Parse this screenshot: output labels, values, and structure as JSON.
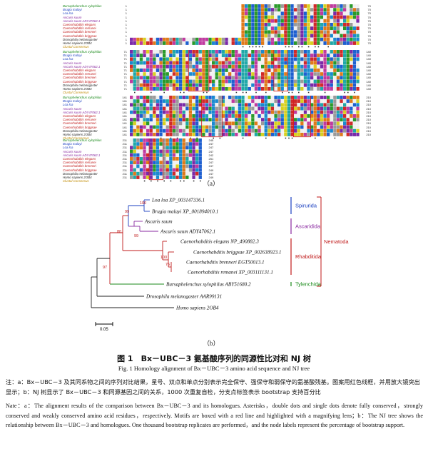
{
  "alignment": {
    "species": [
      {
        "name": "Bursaphelenchus xylophilus",
        "color": "#1a8a1a"
      },
      {
        "name": "Brugia malayi",
        "color": "#1a3fc0"
      },
      {
        "name": "Loa loa",
        "color": "#1a3fc0"
      },
      {
        "name": "Ascaris suum",
        "color": "#8a2aa0"
      },
      {
        "name": "Ascaris suum ADY47062.1",
        "color": "#8a2aa0"
      },
      {
        "name": "Caenorhabditis elegans",
        "color": "#c01a1a"
      },
      {
        "name": "Caenorhabditis remanei",
        "color": "#c01a1a"
      },
      {
        "name": "Caenorhabditis brenneri",
        "color": "#c01a1a"
      },
      {
        "name": "Caenorhabditis briggsae",
        "color": "#c01a1a"
      },
      {
        "name": "Drosophila melanogaster",
        "color": "#222222"
      },
      {
        "name": "Homo sapiens 2OB4",
        "color": "#222222"
      },
      {
        "name": "Clustal Consensus",
        "color": "#c08a00"
      }
    ],
    "blocks": [
      {
        "start": [
          "1",
          "1",
          "1",
          "1",
          "1",
          "1",
          "1",
          "1",
          "1",
          "1",
          "1"
        ],
        "end": [
          "70",
          "70",
          "70",
          "70",
          "70",
          "70",
          "70",
          "70",
          "70",
          "70",
          "70"
        ],
        "cols": 70,
        "seed": 3,
        "startCol": 34
      },
      {
        "start": [
          "71",
          "71",
          "71",
          "71",
          "71",
          "71",
          "71",
          "71",
          "71",
          "71",
          "71"
        ],
        "end": [
          "140",
          "140",
          "140",
          "140",
          "140",
          "140",
          "140",
          "140",
          "140",
          "140",
          "140"
        ],
        "cols": 70,
        "seed": 11,
        "startCol": 0
      },
      {
        "start": [
          "141",
          "141",
          "141",
          "141",
          "141",
          "141",
          "141",
          "141",
          "141",
          "141",
          "141"
        ],
        "end": [
          "210",
          "210",
          "210",
          "210",
          "210",
          "210",
          "210",
          "210",
          "210",
          "210",
          "210"
        ],
        "cols": 70,
        "seed": 29,
        "startCol": 0
      },
      {
        "start": [
          "211",
          "211",
          "211",
          "211",
          "211",
          "211",
          "211",
          "211",
          "211",
          "211",
          "211"
        ],
        "end": [
          "245",
          "247",
          "247",
          "247",
          "242",
          "251",
          "247",
          "247",
          "249",
          "247",
          "249"
        ],
        "cols": 22,
        "seed": 47,
        "startCol": 0
      }
    ],
    "caption": "（a）"
  },
  "tree": {
    "taxa": [
      {
        "label": "Loa loa XP_003147336.1"
      },
      {
        "label": "Brugia malayi XP_001894010.1"
      },
      {
        "label": "Ascaris suum"
      },
      {
        "label": "Ascaris suum ADY47062.1"
      },
      {
        "label": "Caenorhabditis elegans NP_490882.3"
      },
      {
        "label": "Caenorhabditis briggsae XP_002638923.1"
      },
      {
        "label": "Caenorhabditis brenneri EGT50013.1"
      },
      {
        "label": "Caenorhabditis remanei XP_003111131.1"
      },
      {
        "label": "Bursaphelenchus xylophilus ABY51680.2"
      },
      {
        "label": "Drosophila melanogaster AAR99131"
      },
      {
        "label": "Homo sapiens 2OB4"
      }
    ],
    "bootstrap": [
      "100",
      "99",
      "99",
      "80",
      "100",
      "76",
      "97"
    ],
    "clades": [
      {
        "name": "Spirurida",
        "color": "#1a3fc0"
      },
      {
        "name": "Ascaridida",
        "color": "#8a2aa0"
      },
      {
        "name": "Rhabditida",
        "color": "#c01a1a"
      },
      {
        "name": "Tylenchida",
        "color": "#1a8a1a"
      }
    ],
    "group": {
      "name": "Nematoda",
      "color": "#c01a1a"
    },
    "scale": "0.05",
    "caption": "（b）"
  },
  "figure": {
    "title_cn": "图 1　Bx－UBC－3 氨基酸序列的同源性比对和 NJ 树",
    "title_en": "Fig. 1  Homology alignment of Bx－UBC－3 amino acid sequence and NJ tree",
    "note_cn": "注：a：Bx－UBC－3 及其同系物之间的序列对比结果，星号、双点和单点分别表示完全保守、强保守和弱保守的氨基酸残基。图案用红色线框，并用放大镜突出显示；b：NJ 树显示了 Bx－UBC－3 和同源基因之间的关系，1000 次重复自检，分支点标签表示 bootstrap 支持百分比",
    "note_en": "Nate：a：The alignment results of the comparison between Bx－UBC－3 and its homologues. Asterisks，double dots and single dots denote fully conserved，strongly conserved and weakly conserved amino acid residues，respectively. Motifs are boxed with a red line and highlighted with a magnifying lens；b：The NJ tree shows the relationship between Bx－UBC－3 and homologues. One thousand bootstrap replicates are performed，and the node labels represent the percentage of bootstrap support."
  }
}
